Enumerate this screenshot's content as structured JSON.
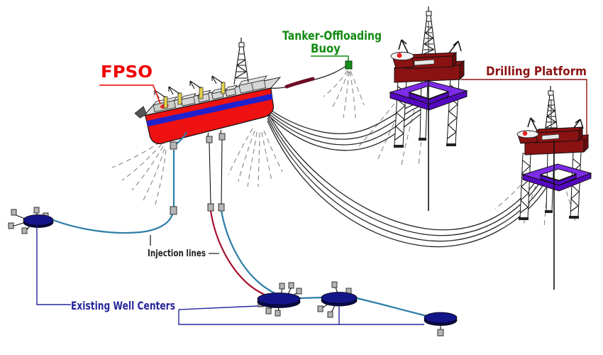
{
  "labels": {
    "fpso": "FPSO",
    "tanker_line1": "Tanker-Offloading",
    "tanker_line2": "Buoy",
    "drilling_platform": "Drilling Platform",
    "injection_lines": "Injection lines",
    "existing_well_centers": "Existing Well Centers"
  },
  "colors": {
    "hull_red": "#EE1111",
    "hull_stripe_blue": "#2121CC",
    "deck_gray": "#D8D8D8",
    "crane_yellow": "#E6D34A",
    "platform_maroon": "#8B1212",
    "platform_maroon_dark": "#6B0C0C",
    "pontoon_violet": "#7D2BE8",
    "pontoon_violet_dark": "#5508C0",
    "helipad_white": "#F2F2F2",
    "helipad_dot_red": "#EE2222",
    "manifold_navy": "#15158A",
    "manifold_navy_dark": "#0A0A52",
    "wellhead_gray": "#B5B5B5",
    "flowline_teal": "#2E7EA6",
    "injection_red": "#A6102E",
    "riser_black": "#262626",
    "mooring_gray": "#8F8F8F",
    "buoy_green": "#189018",
    "label_red": "#EE0000",
    "label_green": "#118A11",
    "label_maroon": "#8B1414",
    "label_navy": "#26269B",
    "label_dark": "#222222"
  }
}
